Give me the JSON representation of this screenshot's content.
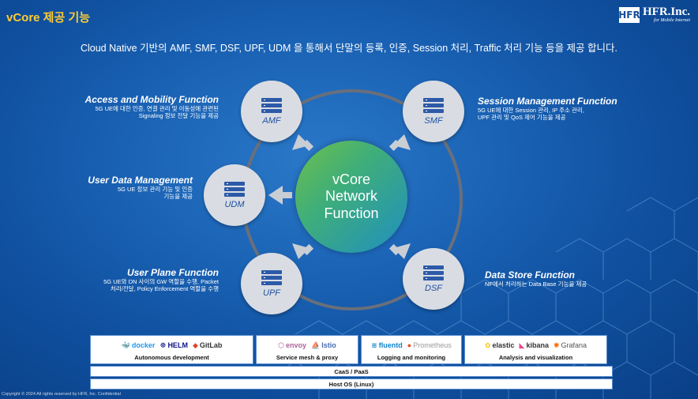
{
  "header": {
    "title": "vCore 제공 기능",
    "logo": {
      "mark": "HFR",
      "name": "HFR.Inc.",
      "tagline": "for Mobile Internet"
    }
  },
  "subtitle": "Cloud Native 기반의 AMF, SMF, DSF, UPF, UDM 을 통해서 단말의 등록, 인증, Session 처리, Traffic 처리 기능 등을 제공 합니다.",
  "core": {
    "line1": "vCore",
    "line2": "Network",
    "line3": "Function"
  },
  "nodes": {
    "amf": "AMF",
    "smf": "SMF",
    "udm": "UDM",
    "upf": "UPF",
    "dsf": "DSF"
  },
  "functions": {
    "amf": {
      "title": "Access and Mobility Function",
      "desc1": "5G UE에 대한 인증, 연결 관리 및 이동성에 관련된",
      "desc2": "Signaling 정보 전달 기능을 제공"
    },
    "smf": {
      "title": "Session Management Function",
      "desc1": "5G UE에 대한 Session 관리, IP 주소 관리,",
      "desc2": "UPF 관리 및 QoS 제어 기능을 제공"
    },
    "udm": {
      "title": "User Data Management",
      "desc1": "5G UE 정보 관리 기능 및 인증",
      "desc2": "기능을 제공"
    },
    "upf": {
      "title": "User Plane Function",
      "desc1": "5G UE와 DN 사이의 GW 역할을 수행, Packet",
      "desc2": "처리/전달, Policy Enforcement 역할을 수행"
    },
    "dsf": {
      "title": "Data Store Function",
      "desc1": "NF에서 처리하는 Data Base 기능을 제공"
    }
  },
  "stack": {
    "groups": [
      {
        "caption": "Autonomous development",
        "logos": [
          "docker",
          "HELM",
          "GitLab"
        ]
      },
      {
        "caption": "Service mesh & proxy",
        "logos": [
          "envoy",
          "Istio"
        ]
      },
      {
        "caption": "Logging and monitoring",
        "logos": [
          "fluentd",
          "Prometheus"
        ]
      },
      {
        "caption": "Analysis and visualization",
        "logos": [
          "elastic",
          "kibana",
          "Grafana"
        ]
      }
    ],
    "caas": "CaaS / PaaS",
    "host": "Host OS (Linux)"
  },
  "copyright": "Copyright © 2024 All rights reserved by HFR, Inc. Confidential",
  "colors": {
    "title": "#ffcc33",
    "node": "#d9dde3",
    "nodeLabel": "#1f4fa0",
    "ring": "#6a6f7a"
  }
}
